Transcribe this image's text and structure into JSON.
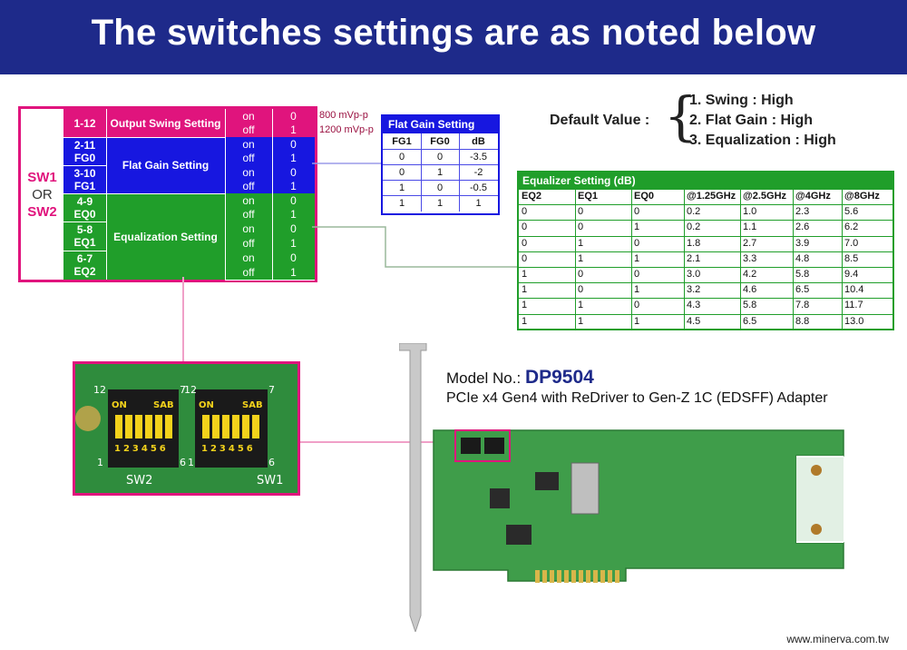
{
  "banner": {
    "title": "The switches settings are as noted below"
  },
  "switch_table": {
    "sw_label": {
      "sw1": "SW1",
      "or": "OR",
      "sw2": "SW2"
    },
    "rows": [
      {
        "pins": "1-12",
        "group": "Output Swing Setting",
        "states": [
          [
            "on",
            "0"
          ],
          [
            "off",
            "1"
          ]
        ]
      },
      {
        "pins": "2-11\nFG0",
        "states": [
          [
            "on",
            "0"
          ],
          [
            "off",
            "1"
          ]
        ]
      },
      {
        "pins": "3-10\nFG1",
        "states": [
          [
            "on",
            "0"
          ],
          [
            "off",
            "1"
          ]
        ]
      },
      {
        "pins": "4-9\nEQ0",
        "states": [
          [
            "on",
            "0"
          ],
          [
            "off",
            "1"
          ]
        ]
      },
      {
        "pins": "5-8\nEQ1",
        "states": [
          [
            "on",
            "0"
          ],
          [
            "off",
            "1"
          ]
        ]
      },
      {
        "pins": "6-7\nEQ2",
        "states": [
          [
            "on",
            "0"
          ],
          [
            "off",
            "1"
          ]
        ]
      }
    ],
    "groups": {
      "output_swing": "Output Swing Setting",
      "flat_gain": "Flat Gain Setting",
      "equalization": "Equalization Setting"
    },
    "pin_labels": [
      "1-12",
      "2-11",
      "FG0",
      "3-10",
      "FG1",
      "4-9",
      "EQ0",
      "5-8",
      "EQ1",
      "6-7",
      "EQ2"
    ],
    "annotations": {
      "on_value": "800 mVp-p",
      "off_value": "1200 mVp-p"
    }
  },
  "flat_gain_table": {
    "title": "Flat Gain Setting",
    "headers": [
      "FG1",
      "FG0",
      "dB"
    ],
    "rows": [
      [
        "0",
        "0",
        "-3.5"
      ],
      [
        "0",
        "1",
        "-2"
      ],
      [
        "1",
        "0",
        "-0.5"
      ],
      [
        "1",
        "1",
        "1"
      ]
    ]
  },
  "default_value": {
    "label": "Default Value :",
    "items": [
      "1. Swing : High",
      "2. Flat Gain : High",
      "3. Equalization : High"
    ]
  },
  "equalizer_table": {
    "title": "Equalizer Setting (dB)",
    "headers": [
      "EQ2",
      "EQ1",
      "EQ0",
      "@1.25GHz",
      "@2.5GHz",
      "@4GHz",
      "@8GHz"
    ],
    "rows": [
      [
        "0",
        "0",
        "0",
        "0.2",
        "1.0",
        "2.3",
        "5.6"
      ],
      [
        "0",
        "0",
        "1",
        "0.2",
        "1.1",
        "2.6",
        "6.2"
      ],
      [
        "0",
        "1",
        "0",
        "1.8",
        "2.7",
        "3.9",
        "7.0"
      ],
      [
        "0",
        "1",
        "1",
        "2.1",
        "3.3",
        "4.8",
        "8.5"
      ],
      [
        "1",
        "0",
        "0",
        "3.0",
        "4.2",
        "5.8",
        "9.4"
      ],
      [
        "1",
        "0",
        "1",
        "3.2",
        "4.6",
        "6.5",
        "10.4"
      ],
      [
        "1",
        "1",
        "0",
        "4.3",
        "5.8",
        "7.8",
        "11.7"
      ],
      [
        "1",
        "1",
        "1",
        "4.5",
        "6.5",
        "8.8",
        "13.0"
      ]
    ]
  },
  "photo": {
    "switch1_on": "ON",
    "switch1_sab": "SAB",
    "switch2_on": "ON",
    "switch2_sab": "SAB",
    "digits": "123456",
    "num12a": "12",
    "num7a": "7",
    "num12b": "12",
    "num7b": "7",
    "num1a": "1",
    "num6a": "6",
    "num1b": "1",
    "num6b": "6",
    "sw2": "SW2",
    "sw1": "SW1"
  },
  "product": {
    "model_prefix": "Model No.:",
    "model_no": "DP9504",
    "description": "PCIe x4 Gen4 with ReDriver to Gen-Z 1C (EDSFF) Adapter"
  },
  "website": "www.minerva.com.tw",
  "colors": {
    "banner": "#1e2a8a",
    "pink": "#e0147d",
    "blue": "#1717e0",
    "green": "#209e2a",
    "pcb": "#3f9d4a"
  }
}
